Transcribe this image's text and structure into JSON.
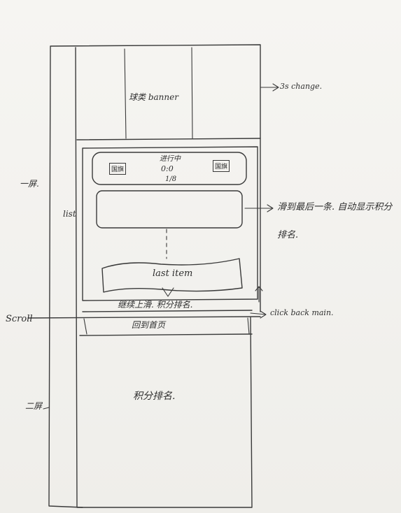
{
  "banner": {
    "label": "球类 banner",
    "note": "3s change."
  },
  "match_card": {
    "team_left": "国旗",
    "team_right": "国旗",
    "status": "进行中",
    "score": "0:0",
    "period": "1/8"
  },
  "list": {
    "label": "list",
    "last_item": "last item",
    "note_line1": "滑到最后一条. 自动显示积分",
    "note_line2": "排名."
  },
  "scroll": {
    "label": "Scroll",
    "hint": "继续上滑. 积分排名.",
    "back_button": "回到首页",
    "back_note": "click back main."
  },
  "screens": {
    "first": "一屏.",
    "second": "二屏"
  },
  "ranking": {
    "title": "积分排名."
  }
}
